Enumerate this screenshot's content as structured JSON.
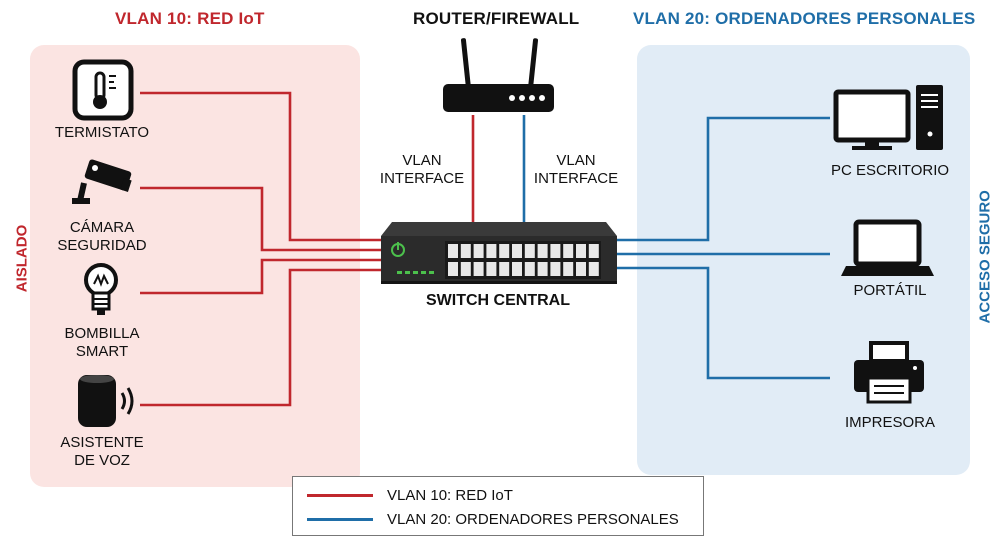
{
  "titles": {
    "iot": "VLAN 10: RED IoT",
    "router": "ROUTER/FIREWALL",
    "pc": "VLAN 20: ORDENADORES PERSONALES"
  },
  "sides": {
    "left": "AISLADO",
    "right": "ACCESO SEGURO"
  },
  "iot_devices": [
    {
      "icon": "thermostat-icon",
      "label1": "TERMISTATO",
      "label2": ""
    },
    {
      "icon": "security-camera-icon",
      "label1": "CÁMARA",
      "label2": "SEGURIDAD"
    },
    {
      "icon": "light-bulb-icon",
      "label1": "BOMBILLA",
      "label2": "SMART"
    },
    {
      "icon": "voice-assistant-icon",
      "label1": "ASISTENTE",
      "label2": "DE VOZ"
    }
  ],
  "pc_devices": [
    {
      "icon": "desktop-pc-icon",
      "label": "PC ESCRITORIO"
    },
    {
      "icon": "laptop-icon",
      "label": "PORTÁTIL"
    },
    {
      "icon": "printer-icon",
      "label": "IMPRESORA"
    }
  ],
  "vlan_interface": {
    "line1": "VLAN",
    "line2": "INTERFACE"
  },
  "switch_label": "SWITCH CENTRAL",
  "legend": [
    {
      "label": "VLAN 10: RED IoT",
      "color": "#c0272d"
    },
    {
      "label": "VLAN 20: ORDENADORES PERSONALES",
      "color": "#1f6ea8"
    }
  ],
  "colors": {
    "iot": "#c0272d",
    "pc": "#1f6ea8",
    "iot_zone": "#fbe4e2",
    "pc_zone": "#e1ecf6"
  }
}
